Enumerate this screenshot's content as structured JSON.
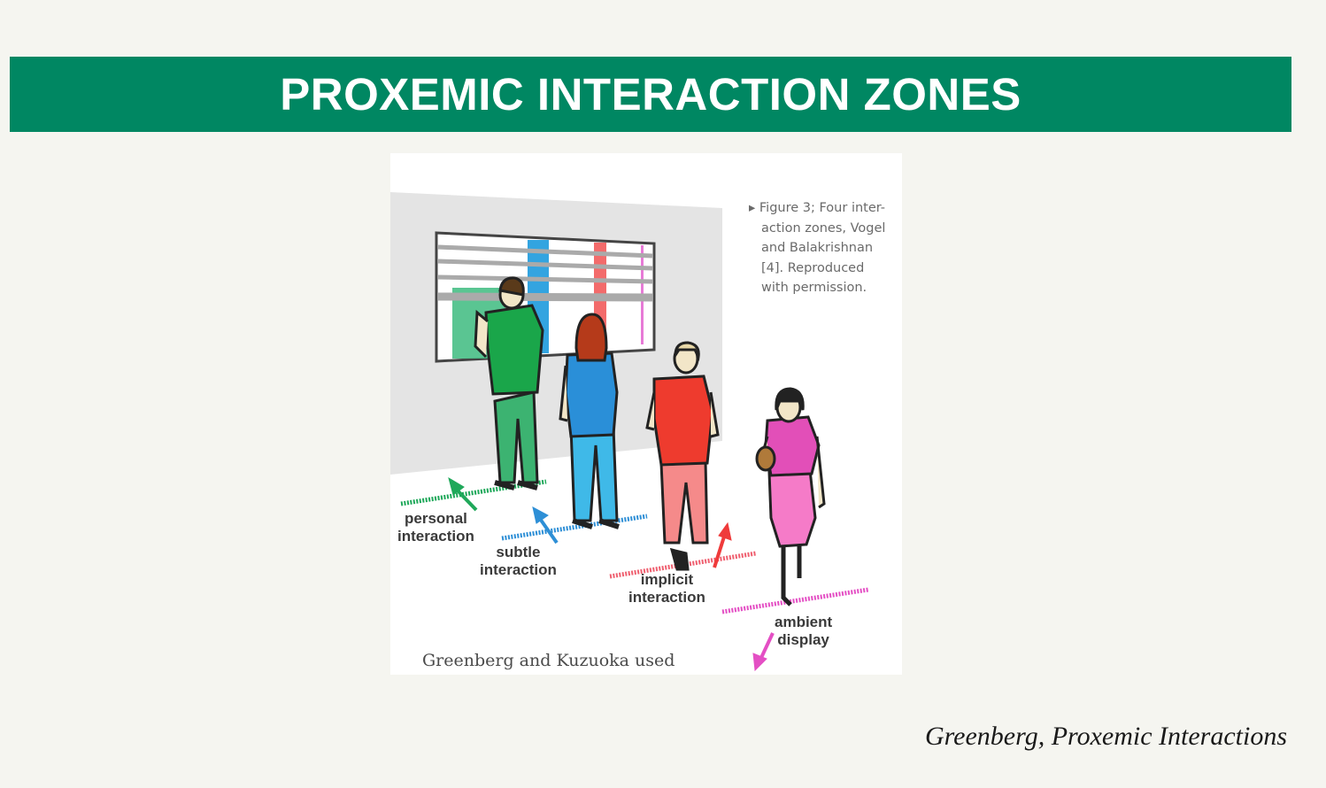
{
  "slide": {
    "title": "PROXEMIC INTERACTION ZONES",
    "credit": "Greenberg, Proxemic Interactions",
    "colors": {
      "title_bar": "#008762",
      "background": "#f5f5f0"
    }
  },
  "figure": {
    "caption_lines": [
      "▸ Figure 3; Four inter-",
      "action zones, Vogel",
      "and Balakrishnan",
      "[4]. Reproduced",
      "with permission."
    ],
    "zones": [
      {
        "line1": "personal",
        "line2": "interaction",
        "color": "#1fa85a"
      },
      {
        "line1": "subtle",
        "line2": "interaction",
        "color": "#2e8fd6"
      },
      {
        "line1": "implicit",
        "line2": "interaction",
        "color": "#ef3b3b"
      },
      {
        "line1": "ambient",
        "line2": "display",
        "color": "#e44fc4"
      }
    ],
    "bottom_text": "Greenberg and Kuzuoka used"
  }
}
